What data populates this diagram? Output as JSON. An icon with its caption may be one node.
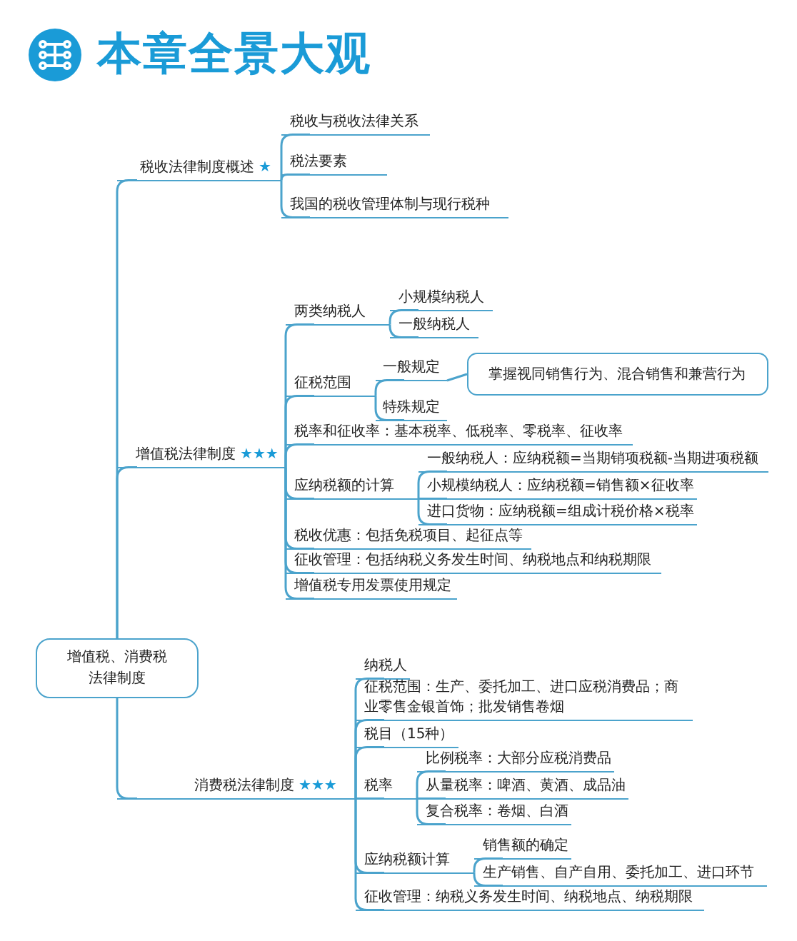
{
  "diagram": {
    "title": "本章全景大观",
    "nodes": [
      {
        "text": [
          "增值税、消费税法律制度"
        ]
      },
      {
        "text": [
          "税收法律制度概述",
          "★"
        ]
      },
      {
        "text": [
          "税收与税收法律关系"
        ]
      },
      {
        "text": [
          "税法要素"
        ]
      },
      {
        "text": [
          "我国的税收管理体制与现行税种"
        ]
      },
      {
        "text": [
          "增值税法律制度",
          "★★★"
        ]
      },
      {
        "text": [
          "两类纳税人"
        ]
      },
      {
        "text": [
          "小规模纳税人"
        ]
      },
      {
        "text": [
          "一般纳税人"
        ]
      },
      {
        "text": [
          "征税范围"
        ]
      },
      {
        "text": [
          "一般规定"
        ]
      },
      {
        "text": [
          "掌握视同销售行为、混合销售和兼营行为"
        ]
      },
      {
        "text": [
          "特殊规定"
        ]
      },
      {
        "text": [
          "税率和征收率：基本税率、低税率、零税率、征收率"
        ]
      },
      {
        "text": [
          "应纳税额的计算"
        ]
      },
      {
        "text": [
          "一般纳税人：应纳税额=当期销项税额-当期进项税额"
        ]
      },
      {
        "text": [
          "小规模纳税人：应纳税额=销售额×征收率"
        ]
      },
      {
        "text": [
          "进口货物：应纳税额=组成计税价格×税率"
        ]
      },
      {
        "text": [
          "税收优惠：包括免税项目、起征点等"
        ]
      },
      {
        "text": [
          "征收管理：包括纳税义务发生时间、纳税地点和纳税期限"
        ]
      },
      {
        "text": [
          "增值税专用发票使用规定"
        ]
      },
      {
        "text": [
          "消费税法律制度",
          "★★★"
        ]
      },
      {
        "text": [
          "纳税人"
        ]
      },
      {
        "text": [
          "征税范围：生产、委托加工、进口应税消费品；商业零售金银首饰；批发销售卷烟"
        ]
      },
      {
        "text": [
          "税目（15种）"
        ]
      },
      {
        "text": [
          "税率"
        ]
      },
      {
        "text": [
          "比例税率：大部分应税消费品"
        ]
      },
      {
        "text": [
          "从量税率：啤酒、黄酒、成品油"
        ]
      },
      {
        "text": [
          "复合税率：卷烟、白酒"
        ]
      },
      {
        "text": [
          "应纳税额计算"
        ]
      },
      {
        "text": [
          "销售额的确定"
        ]
      },
      {
        "text": [
          "生产销售、自产自用、委托加工、进口环节"
        ]
      },
      {
        "text": [
          "征收管理：纳税义务发生时间、纳税地点、纳税期限"
        ]
      }
    ],
    "edges": [
      {
        "from": 0,
        "to": 1,
        "arrow": "none"
      },
      {
        "from": 0,
        "to": 5,
        "arrow": "none"
      },
      {
        "from": 0,
        "to": 21,
        "arrow": "none"
      },
      {
        "from": 1,
        "to": 2,
        "arrow": "none"
      },
      {
        "from": 1,
        "to": 3,
        "arrow": "none"
      },
      {
        "from": 1,
        "to": 4,
        "arrow": "none"
      },
      {
        "from": 5,
        "to": 6,
        "arrow": "none"
      },
      {
        "from": 5,
        "to": 9,
        "arrow": "none"
      },
      {
        "from": 5,
        "to": 13,
        "arrow": "none"
      },
      {
        "from": 5,
        "to": 14,
        "arrow": "none"
      },
      {
        "from": 5,
        "to": 18,
        "arrow": "none"
      },
      {
        "from": 5,
        "to": 19,
        "arrow": "none"
      },
      {
        "from": 5,
        "to": 20,
        "arrow": "none"
      },
      {
        "from": 6,
        "to": 7,
        "arrow": "none"
      },
      {
        "from": 6,
        "to": 8,
        "arrow": "none"
      },
      {
        "from": 9,
        "to": 10,
        "arrow": "none"
      },
      {
        "from": 9,
        "to": 12,
        "arrow": "none"
      },
      {
        "from": 10,
        "to": 11,
        "arrow": "none"
      },
      {
        "from": 14,
        "to": 15,
        "arrow": "none"
      },
      {
        "from": 14,
        "to": 16,
        "arrow": "none"
      },
      {
        "from": 14,
        "to": 17,
        "arrow": "none"
      },
      {
        "from": 21,
        "to": 22,
        "arrow": "none"
      },
      {
        "from": 21,
        "to": 23,
        "arrow": "none"
      },
      {
        "from": 21,
        "to": 24,
        "arrow": "none"
      },
      {
        "from": 21,
        "to": 25,
        "arrow": "none"
      },
      {
        "from": 21,
        "to": 29,
        "arrow": "none"
      },
      {
        "from": 21,
        "to": 32,
        "arrow": "none"
      },
      {
        "from": 25,
        "to": 26,
        "arrow": "none"
      },
      {
        "from": 25,
        "to": 27,
        "arrow": "none"
      },
      {
        "from": 25,
        "to": 28,
        "arrow": "none"
      },
      {
        "from": 29,
        "to": 30,
        "arrow": "none"
      },
      {
        "from": 29,
        "to": 31,
        "arrow": "none"
      }
    ]
  }
}
